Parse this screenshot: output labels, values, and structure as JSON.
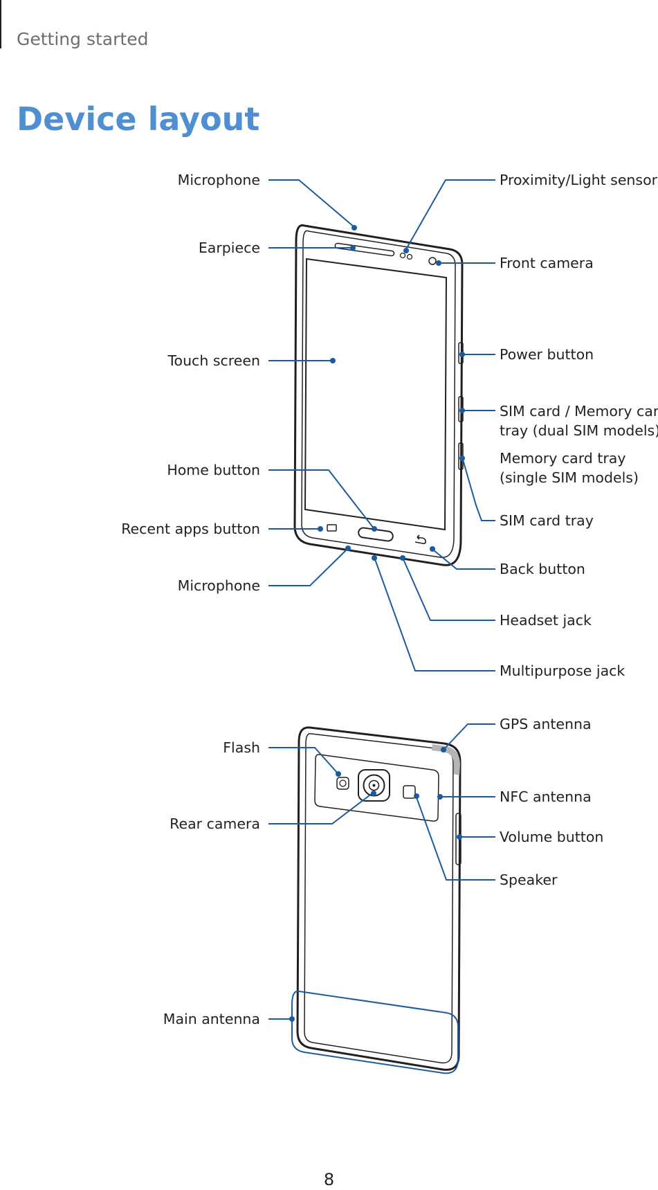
{
  "header": {
    "section": "Getting started",
    "title": "Device layout"
  },
  "front_labels": {
    "microphone_top": "Microphone",
    "proximity_light_sensor": "Proximity/Light sensor",
    "earpiece": "Earpiece",
    "front_camera": "Front camera",
    "touch_screen": "Touch screen",
    "power_button": "Power button",
    "sim_memory_tray_line1": "SIM card / Memory card",
    "sim_memory_tray_line2": "tray (dual SIM models)",
    "home_button": "Home button",
    "memory_card_tray_line1": "Memory card tray",
    "memory_card_tray_line2": "(single SIM models)",
    "sim_card_tray": "SIM card tray",
    "recent_apps_button": "Recent apps button",
    "back_button": "Back button",
    "microphone_bottom": "Microphone",
    "headset_jack": "Headset jack",
    "multipurpose_jack": "Multipurpose jack"
  },
  "back_labels": {
    "gps_antenna": "GPS antenna",
    "flash": "Flash",
    "nfc_antenna": "NFC antenna",
    "rear_camera": "Rear camera",
    "volume_button": "Volume button",
    "speaker": "Speaker",
    "main_antenna": "Main antenna"
  },
  "footer": {
    "page_number": "8"
  },
  "colors": {
    "title": "#4f8fd1",
    "callout": "#1a5aa0",
    "text": "#231f20",
    "section": "#6d6e71"
  }
}
